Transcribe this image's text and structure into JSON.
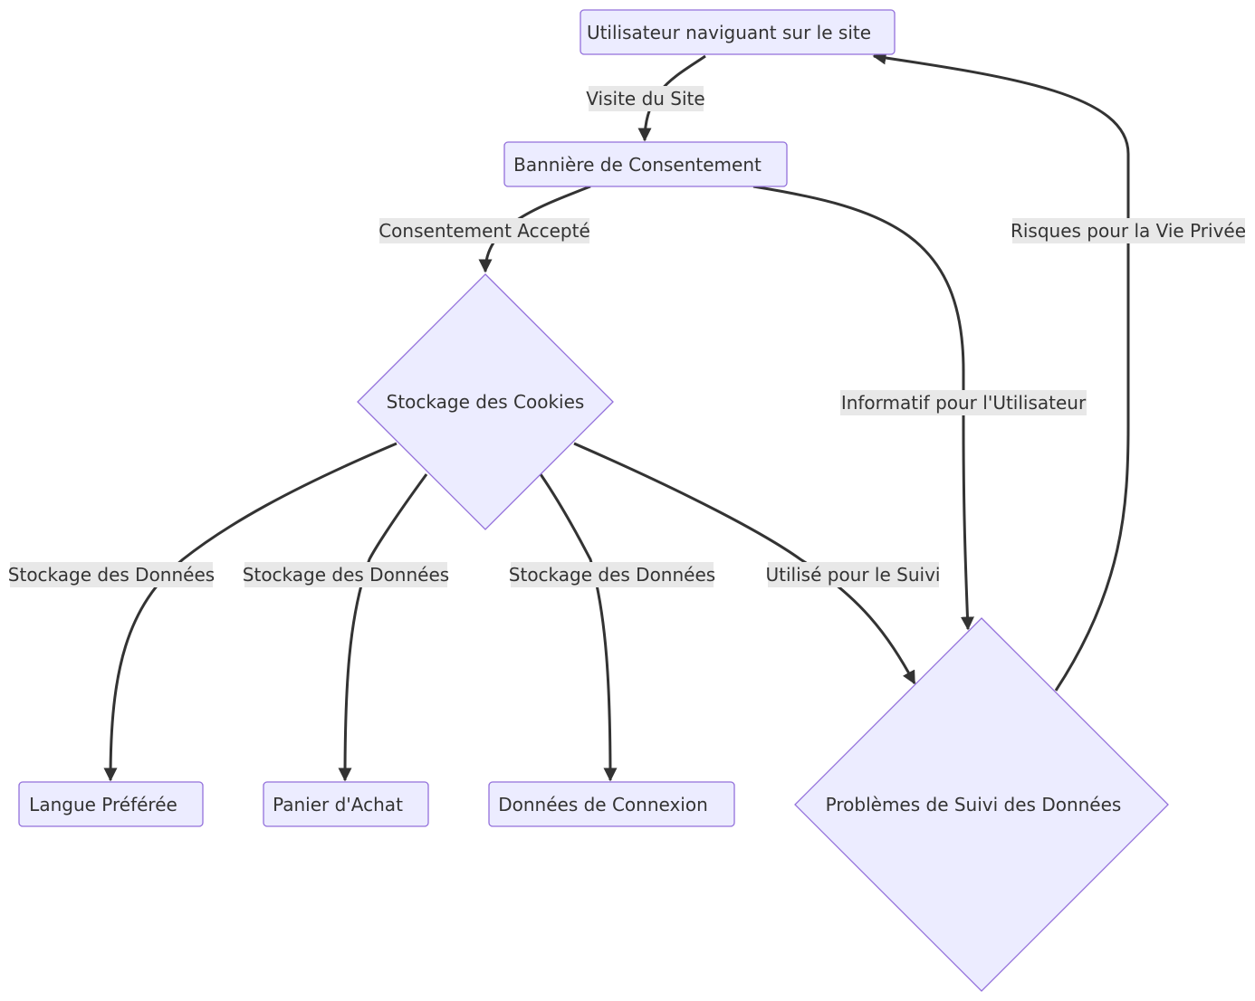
{
  "colors": {
    "node_fill": "#ECECFF",
    "node_stroke": "#9370DB",
    "edge": "#333333",
    "label_bg": "#e8e8e8",
    "text": "#333333"
  },
  "nodes": {
    "user": "Utilisateur naviguant sur le site",
    "banner": "Bannière de Consentement",
    "cookies": "Stockage des Cookies",
    "lang": "Langue Préférée",
    "cart": "Panier d'Achat",
    "login": "Données de Connexion",
    "tracking": "Problèmes de Suivi des Données"
  },
  "edges": {
    "visit": "Visite du Site",
    "accepted": "Consentement Accepté",
    "informative": "Informatif pour l'Utilisateur",
    "risks": "Risques pour la Vie Privée",
    "store1": "Stockage des Données",
    "store2": "Stockage des Données",
    "store3": "Stockage des Données",
    "used_tracking": "Utilisé pour le Suivi"
  }
}
